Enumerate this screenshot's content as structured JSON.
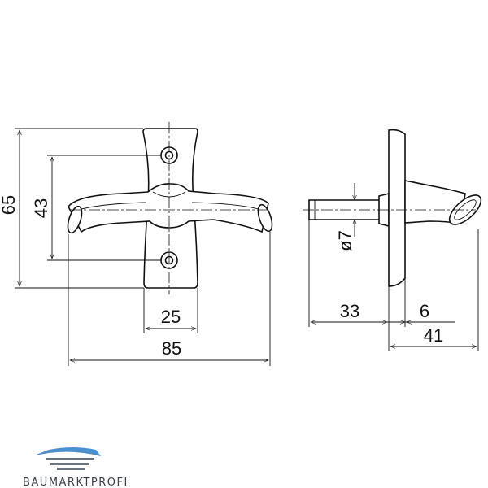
{
  "dimensions": {
    "height_total": "65",
    "hole_spacing": "43",
    "plate_width": "25",
    "lever_length": "85",
    "pin_diameter": "ø7",
    "pin_length": "33",
    "plate_thickness": "6",
    "side_depth": "41"
  },
  "brand": {
    "name": "BAUMARKTPROFI",
    "colors": {
      "primary": "#4a8fd0",
      "dark": "#6b7280"
    }
  }
}
